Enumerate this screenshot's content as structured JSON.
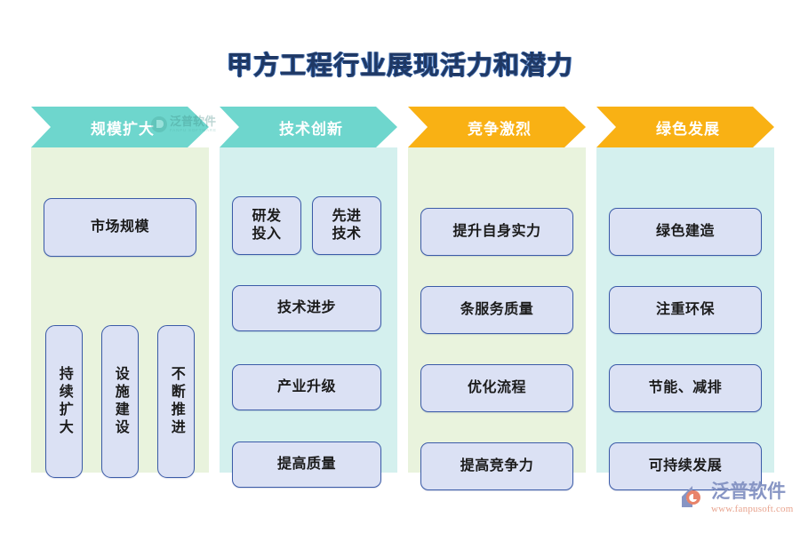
{
  "page": {
    "title": "甲方工程行业展现活力和潜力"
  },
  "watermark": {
    "name_cn": "泛普软件",
    "name_en": "FANPU SOFTWARE"
  },
  "brand": {
    "name_cn": "泛普软件",
    "url": "www.fanpusoft.com"
  },
  "colors": {
    "title": "#1f3864",
    "chevron_teal": "#6ed6cd",
    "chevron_orange": "#f9b114",
    "panel_green": "#e9f3dd",
    "panel_cyan": "#d4f0ee",
    "card_fill": "#dbe1f4",
    "card_border": "#3b5ba8"
  },
  "columns": [
    {
      "header": "规模扩大",
      "header_color": "#6ed6cd",
      "panel_color": "#e9f3dd",
      "wide_card": "市场规模",
      "vertical_cards": [
        "持续扩大",
        "设施建设",
        "不断推进"
      ]
    },
    {
      "header": "技术创新",
      "header_color": "#6ed6cd",
      "panel_color": "#d4f0ee",
      "pair_cards": [
        "研发\n投入",
        "先进\n技术"
      ],
      "cards": [
        "技术进步",
        "产业升级",
        "提高质量"
      ]
    },
    {
      "header": "竞争激烈",
      "header_color": "#f9b114",
      "panel_color": "#e9f3dd",
      "cards": [
        "提升自身实力",
        "条服务质量",
        "优化流程",
        "提高竞争力"
      ]
    },
    {
      "header": "绿色发展",
      "header_color": "#f9b114",
      "panel_color": "#d4f0ee",
      "cards": [
        "绿色建造",
        "注重环保",
        "节能、减排",
        "可持续发展"
      ]
    }
  ]
}
